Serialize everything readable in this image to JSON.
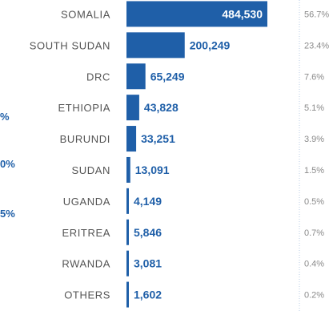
{
  "chart_data": {
    "type": "bar",
    "orientation": "horizontal",
    "categories": [
      "SOMALIA",
      "SOUTH SUDAN",
      "DRC",
      "ETHIOPIA",
      "BURUNDI",
      "SUDAN",
      "UGANDA",
      "ERITREA",
      "RWANDA",
      "OTHERS"
    ],
    "values": [
      484530,
      200249,
      65249,
      43828,
      33251,
      13091,
      4149,
      5846,
      3081,
      1602
    ],
    "value_labels": [
      "484,530",
      "200,249",
      "65,249",
      "43,828",
      "33,251",
      "13,091",
      "4,149",
      "5,846",
      "3,081",
      "1,602"
    ],
    "percent_labels": [
      "56.7%",
      "23.4%",
      "7.6%",
      "5.1%",
      "3.9%",
      "1.5%",
      "0.5%",
      "0.7%",
      "0.4%",
      "0.2%"
    ],
    "xlim": [
      0,
      484530
    ],
    "grid": false,
    "legend": "none"
  },
  "left_cropped_labels": [
    "%",
    "0%",
    "5%"
  ],
  "colors": {
    "bar": "#1f5fa8",
    "value_text_inside": "#ffffff",
    "value_text_outside": "#1f5fa8",
    "category_text": "#555555",
    "percent_text": "#8a8a8a",
    "divider": "#b9cde6"
  }
}
